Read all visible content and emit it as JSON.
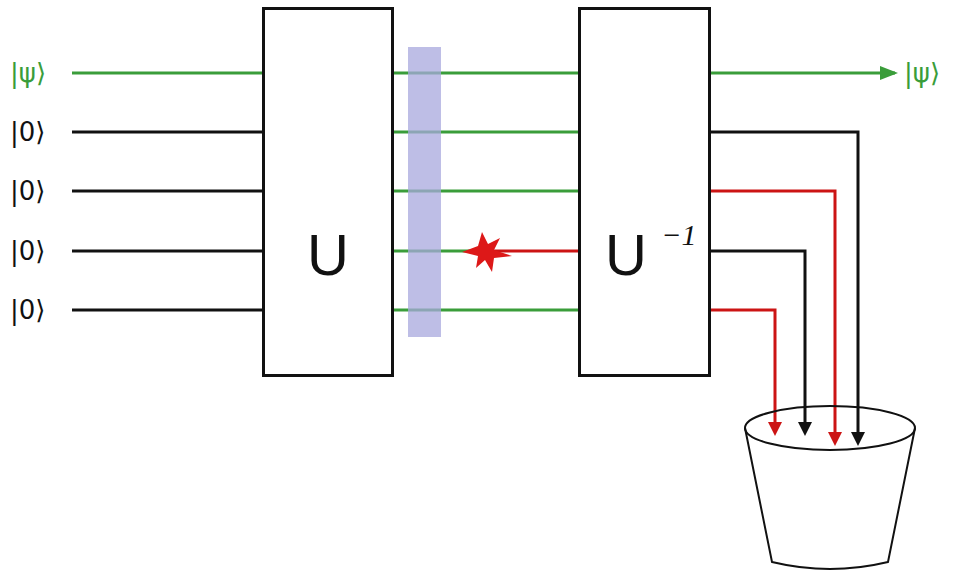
{
  "diagram": {
    "nodes": [
      {
        "text": [
          "U"
        ]
      },
      {
        "text": [
          "U",
          "−1"
        ]
      }
    ],
    "edges": [
      {
        "from": 0,
        "to": 1,
        "arrow": "none"
      },
      {
        "from": 0,
        "to": 1,
        "arrow": "none"
      },
      {
        "from": 0,
        "to": 1,
        "arrow": "none"
      },
      {
        "from": 0,
        "to": 1,
        "arrow": "none"
      },
      {
        "from": 0,
        "to": 1,
        "arrow": "none"
      }
    ],
    "labels": [
      "|ψ⟩",
      "|0⟩",
      "|0⟩",
      "|0⟩",
      "|0⟩",
      "|ψ⟩"
    ]
  }
}
